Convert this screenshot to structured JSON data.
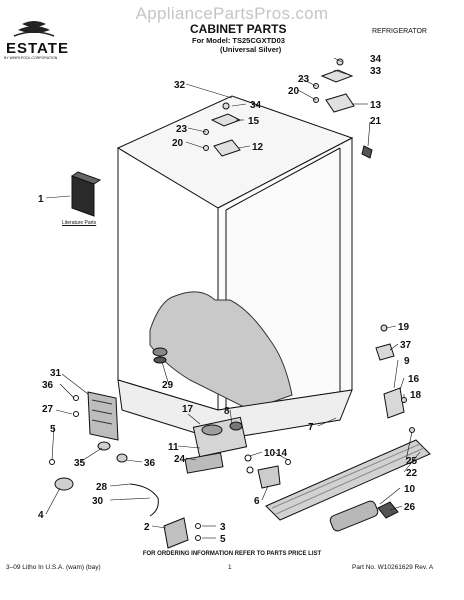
{
  "watermark": "AppliancePartsPros.com",
  "header": {
    "title": "CABINET PARTS",
    "model_line": "For Model: TS25CGXTD03",
    "color_line": "(Universal Silver)",
    "category": "REFRIGERATOR"
  },
  "logo": {
    "brand": "ESTATE",
    "subtext": "BY WHIRLPOOL CORPORATION"
  },
  "literature_label": "Literature Parts",
  "footer": {
    "ordering_note": "FOR ORDERING INFORMATION REFER TO PARTS PRICE LIST",
    "litho": "3–09 Litho In U.S.A. (wam) (bay)",
    "page": "1",
    "part_no": "Part No. W10261629 Rev. A"
  },
  "callouts": {
    "c1": "1",
    "c2": "2",
    "c3": "3",
    "c4": "4",
    "c5a": "5",
    "c5b": "5",
    "c6": "6",
    "c7": "7",
    "c8": "8",
    "c9": "9",
    "c10a": "10",
    "c10b": "10",
    "c11": "11",
    "c12": "12",
    "c13": "13",
    "c14": "14",
    "c15": "15",
    "c16": "16",
    "c17": "17",
    "c18": "18",
    "c19": "19",
    "c20a": "20",
    "c20b": "20",
    "c21": "21",
    "c22": "22",
    "c23a": "23",
    "c23b": "23",
    "c24": "24",
    "c25": "25",
    "c26": "26",
    "c27": "27",
    "c28": "28",
    "c29": "29",
    "c30": "30",
    "c31": "31",
    "c32": "32",
    "c33": "33",
    "c34a": "34",
    "c34b": "34",
    "c35": "35",
    "c36a": "36",
    "c36b": "36",
    "c37": "37"
  }
}
